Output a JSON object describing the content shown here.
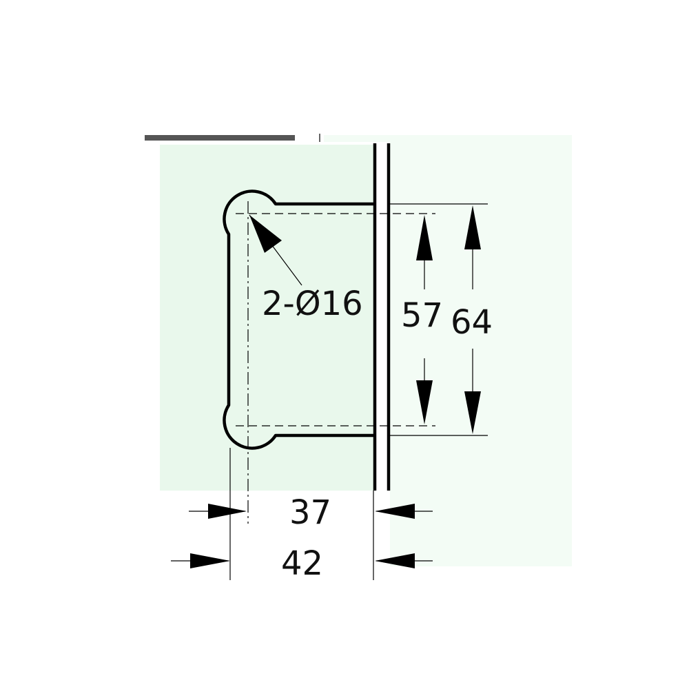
{
  "drawing": {
    "hole_label": "2-Ø16",
    "dimensions": {
      "inner_height": "57",
      "outer_height": "64",
      "inner_width": "37",
      "outer_width": "42"
    }
  },
  "colors": {
    "panel_fill": "#e9f8ec",
    "panel_light": "#f3fcf5",
    "bar_dark": "#555555",
    "line": "#000000"
  }
}
